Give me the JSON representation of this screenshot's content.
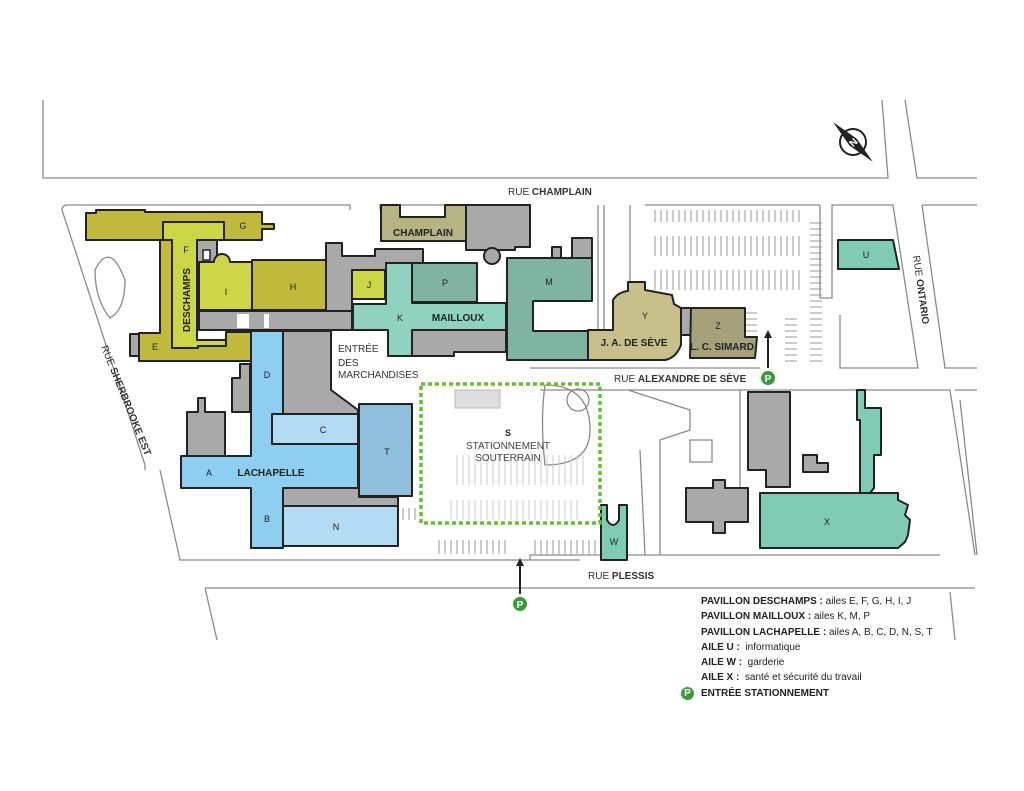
{
  "streets": {
    "champlain": {
      "prefix": "RUE ",
      "name": "CHAMPLAIN"
    },
    "alexandre": {
      "prefix": "RUE ",
      "name": "ALEXANDRE DE SÈVE"
    },
    "plessis": {
      "prefix": "RUE ",
      "name": "PLESSIS"
    },
    "sherbrooke": {
      "prefix": "RUE ",
      "name": "SHERBROOKE EST"
    },
    "ontario": {
      "prefix": "RUE ",
      "name": "ONTARIO"
    }
  },
  "buildings": {
    "G": "G",
    "F": "F",
    "E": "E",
    "I": "I",
    "H": "H",
    "J": "J",
    "K": "K",
    "P": "P",
    "M": "M",
    "Y": "Y",
    "Z": "Z",
    "U": "U",
    "A": "A",
    "B": "B",
    "C": "C",
    "D": "D",
    "N": "N",
    "T": "T",
    "S": "S",
    "W": "W",
    "X": "X"
  },
  "pavilions": {
    "deschamps": "DESCHAMPS",
    "champlain": "CHAMPLAIN",
    "mailloux": "MAILLOUX",
    "lachapelle": "LACHAPELLE",
    "deseve": "J. A. DE SÈVE",
    "simard": "L. C. SIMARD"
  },
  "annotations": {
    "entree_line1": "ENTRÉE",
    "entree_line2": "DES",
    "entree_line3": "MARCHANDISES",
    "parking_line1": "STATIONNEMENT",
    "parking_line2": "SOUTERRAIN",
    "parking_icon": "P",
    "compass": "N"
  },
  "legend": [
    {
      "key": "PAVILLON DESCHAMPS :",
      "value": "ailes E, F, G, H, I, J"
    },
    {
      "key": "PAVILLON MAILLOUX :",
      "value": "ailes K, M, P"
    },
    {
      "key": "PAVILLON LACHAPELLE :",
      "value": "ailes A, B, C, D, N, S, T"
    },
    {
      "key": "AILE U :",
      "value": "informatique"
    },
    {
      "key": "AILE W :",
      "value": "garderie"
    },
    {
      "key": "AILE X :",
      "value": "santé et sécurité du travail"
    },
    {
      "key": "ENTRÉE STATIONNEMENT",
      "value": "",
      "icon": "P"
    }
  ],
  "colors": {
    "deschamps_dark": "#c0b93b",
    "deschamps_light": "#cdd646",
    "champlain": "#b7b483",
    "mailloux_light": "#8fd2bf",
    "mailloux_dark": "#7fb4a3",
    "lachapelle": "#8ecef0",
    "lachapelle_light": "#b3dbf4",
    "lachapelle_t": "#90bedd",
    "deseve": "#c8c08a",
    "simard": "#a4a17b",
    "teal": "#80cbb5",
    "parking_green": "#63c22e",
    "gray": "#a9a9a9"
  }
}
